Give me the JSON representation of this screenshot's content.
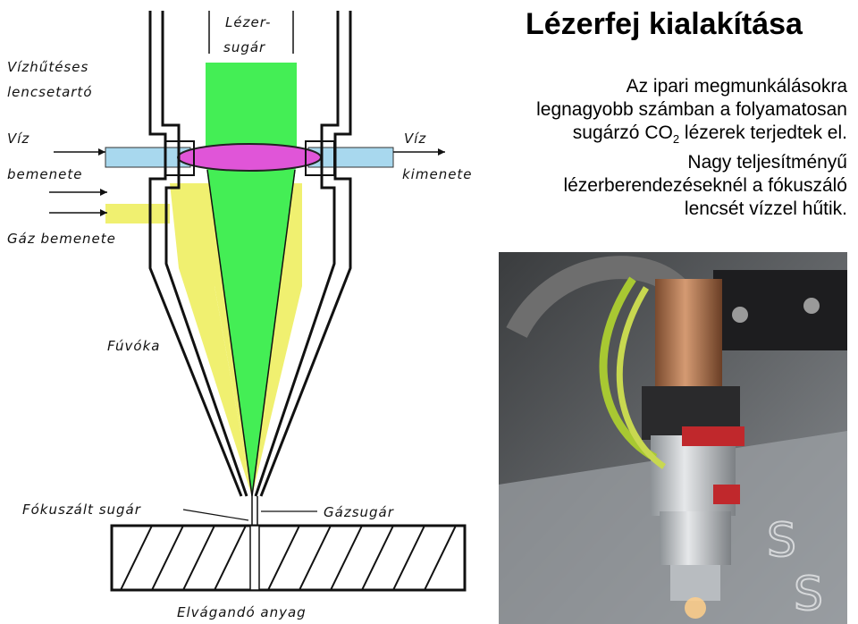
{
  "title": "Lézerfej kialakítása",
  "description": {
    "line1": "Az ipari megmunkálásokra",
    "line2": "legnagyobb számban a folyamatosan",
    "line3_a": "sugárzó CO",
    "line3_sub": "2",
    "line3_b": " lézerek terjedtek el.",
    "line4": "Nagy teljesítményű",
    "line5": "lézerberendezéseknél a fókuszáló",
    "line6": "lencsét vízzel hűtik."
  },
  "labels": {
    "laser_1": "Lézer-",
    "laser_2": "sugár",
    "holder_1": "Vízhűtéses",
    "holder_2": "lencsetartó",
    "water_in_1": "Víz",
    "water_in_2": "bemenete",
    "water_out_1": "Víz",
    "water_out_2": "kimenete",
    "gas_in": "Gáz bemenete",
    "nozzle": "Fúvóka",
    "focused": "Fókuszált sugár",
    "gas_jet": "Gázsugár",
    "material": "Elvágandó anyag"
  },
  "colors": {
    "laser_beam": "#44ee55",
    "lens": "#e055d8",
    "gas": "#f0f070",
    "water": "#a8d8ee"
  }
}
